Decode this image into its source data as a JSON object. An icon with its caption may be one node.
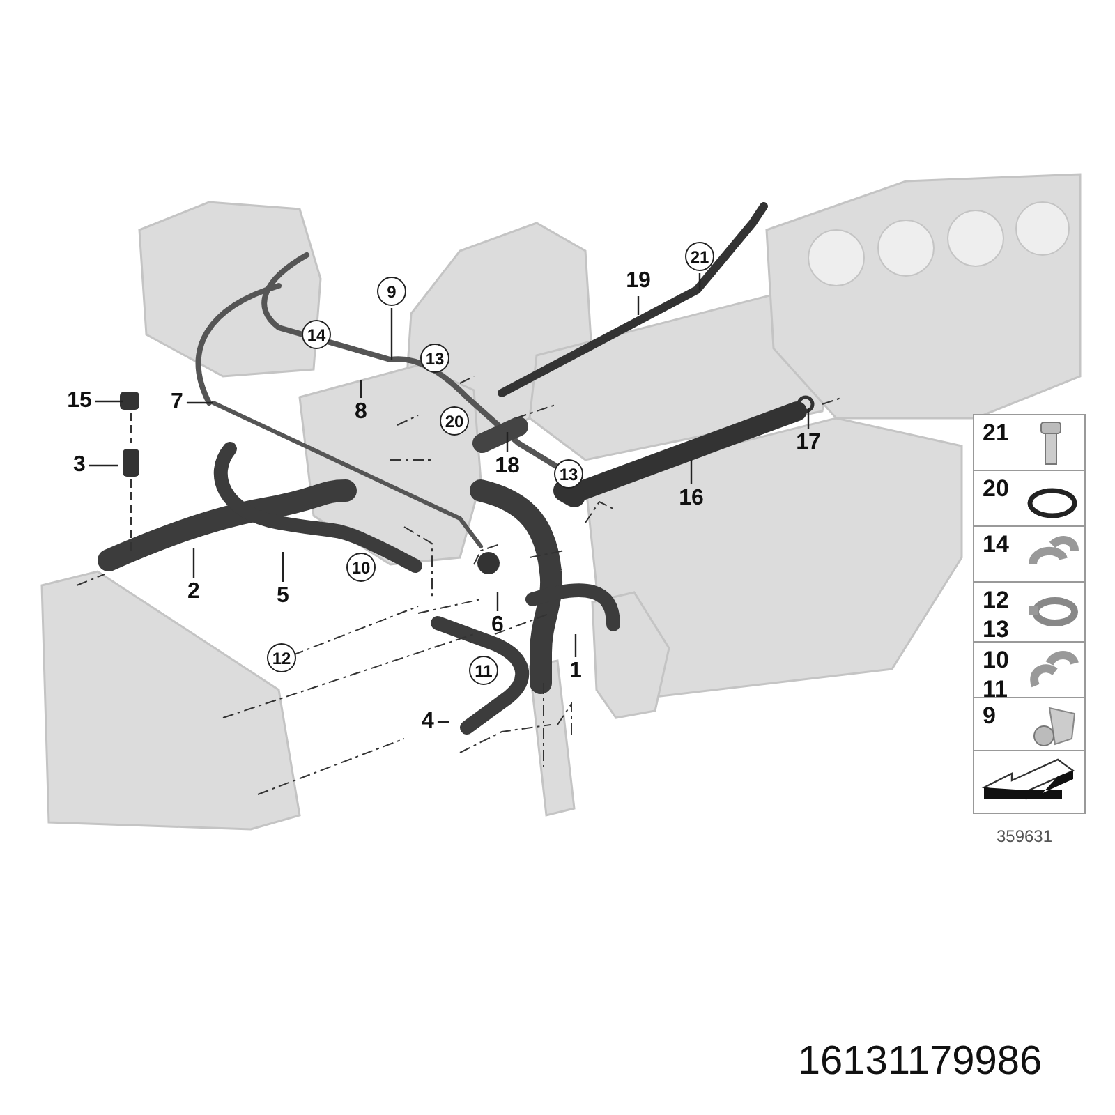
{
  "diagram": {
    "nodes": [
      {
        "text": [
          "21"
        ]
      },
      {
        "text": [
          "19"
        ]
      },
      {
        "text": [
          "9"
        ]
      },
      {
        "text": [
          "14"
        ]
      },
      {
        "text": [
          "13"
        ]
      },
      {
        "text": [
          "15"
        ]
      },
      {
        "text": [
          "7"
        ]
      },
      {
        "text": [
          "8"
        ]
      },
      {
        "text": [
          "20"
        ]
      },
      {
        "text": [
          "17"
        ]
      },
      {
        "text": [
          "3"
        ]
      },
      {
        "text": [
          "18"
        ]
      },
      {
        "text": [
          "13"
        ]
      },
      {
        "text": [
          "16"
        ]
      },
      {
        "text": [
          "10"
        ]
      },
      {
        "text": [
          "2"
        ]
      },
      {
        "text": [
          "5"
        ]
      },
      {
        "text": [
          "6"
        ]
      },
      {
        "text": [
          "12"
        ]
      },
      {
        "text": [
          "11"
        ]
      },
      {
        "text": [
          "1"
        ]
      },
      {
        "text": [
          "4"
        ]
      },
      {
        "text": [
          "21"
        ]
      },
      {
        "text": [
          "20"
        ]
      },
      {
        "text": [
          "14"
        ]
      },
      {
        "text": [
          "12",
          "13"
        ]
      },
      {
        "text": [
          "10",
          "11"
        ]
      },
      {
        "text": [
          "9"
        ]
      },
      {
        "text": [],
        "shape": "box"
      }
    ],
    "edges": [
      {
        "from": 0,
        "to": null,
        "arrow": "none"
      },
      {
        "from": 1,
        "to": null,
        "arrow": "none"
      },
      {
        "from": 2,
        "to": null,
        "arrow": "none"
      },
      {
        "from": 5,
        "to": null,
        "arrow": "none"
      },
      {
        "from": 6,
        "to": null,
        "arrow": "none"
      },
      {
        "from": 7,
        "to": null,
        "arrow": "none"
      },
      {
        "from": 9,
        "to": null,
        "arrow": "none"
      },
      {
        "from": 10,
        "to": null,
        "arrow": "none"
      },
      {
        "from": 11,
        "to": null,
        "arrow": "none"
      },
      {
        "from": 13,
        "to": null,
        "arrow": "none"
      },
      {
        "from": 15,
        "to": null,
        "arrow": "none"
      },
      {
        "from": 16,
        "to": null,
        "arrow": "none"
      },
      {
        "from": 17,
        "to": null,
        "arrow": "none"
      },
      {
        "from": 20,
        "to": null,
        "arrow": "none"
      },
      {
        "from": 21,
        "to": null,
        "arrow": "none"
      }
    ],
    "labels": [
      "359631",
      "16131179986"
    ]
  }
}
